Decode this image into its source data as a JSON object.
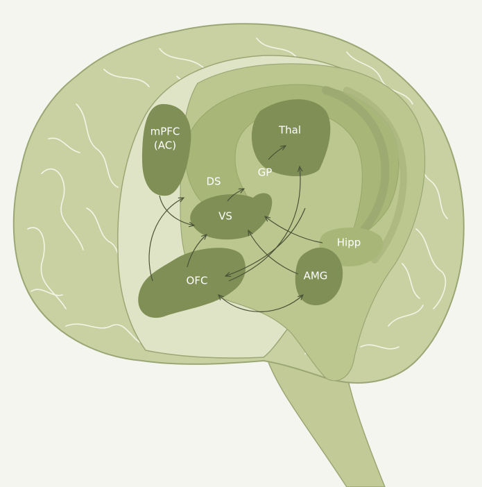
{
  "colors": {
    "background": "#f4f5ef",
    "cortex": "#c9d1a3",
    "inner_zone": "#dfe4c6",
    "midbrain": "#bcc78f",
    "striatum": "#a8b777",
    "region": "#808f55",
    "gyri_lines": "#f3f5e7",
    "arrows": "#4a5238"
  },
  "labels": {
    "mpfc_line1": "mPFC",
    "mpfc_line2": "(AC)",
    "ds": "DS",
    "gp": "GP",
    "thal": "Thal",
    "vs": "VS",
    "hipp": "Hipp",
    "ofc": "OFC",
    "amg": "AMG"
  }
}
